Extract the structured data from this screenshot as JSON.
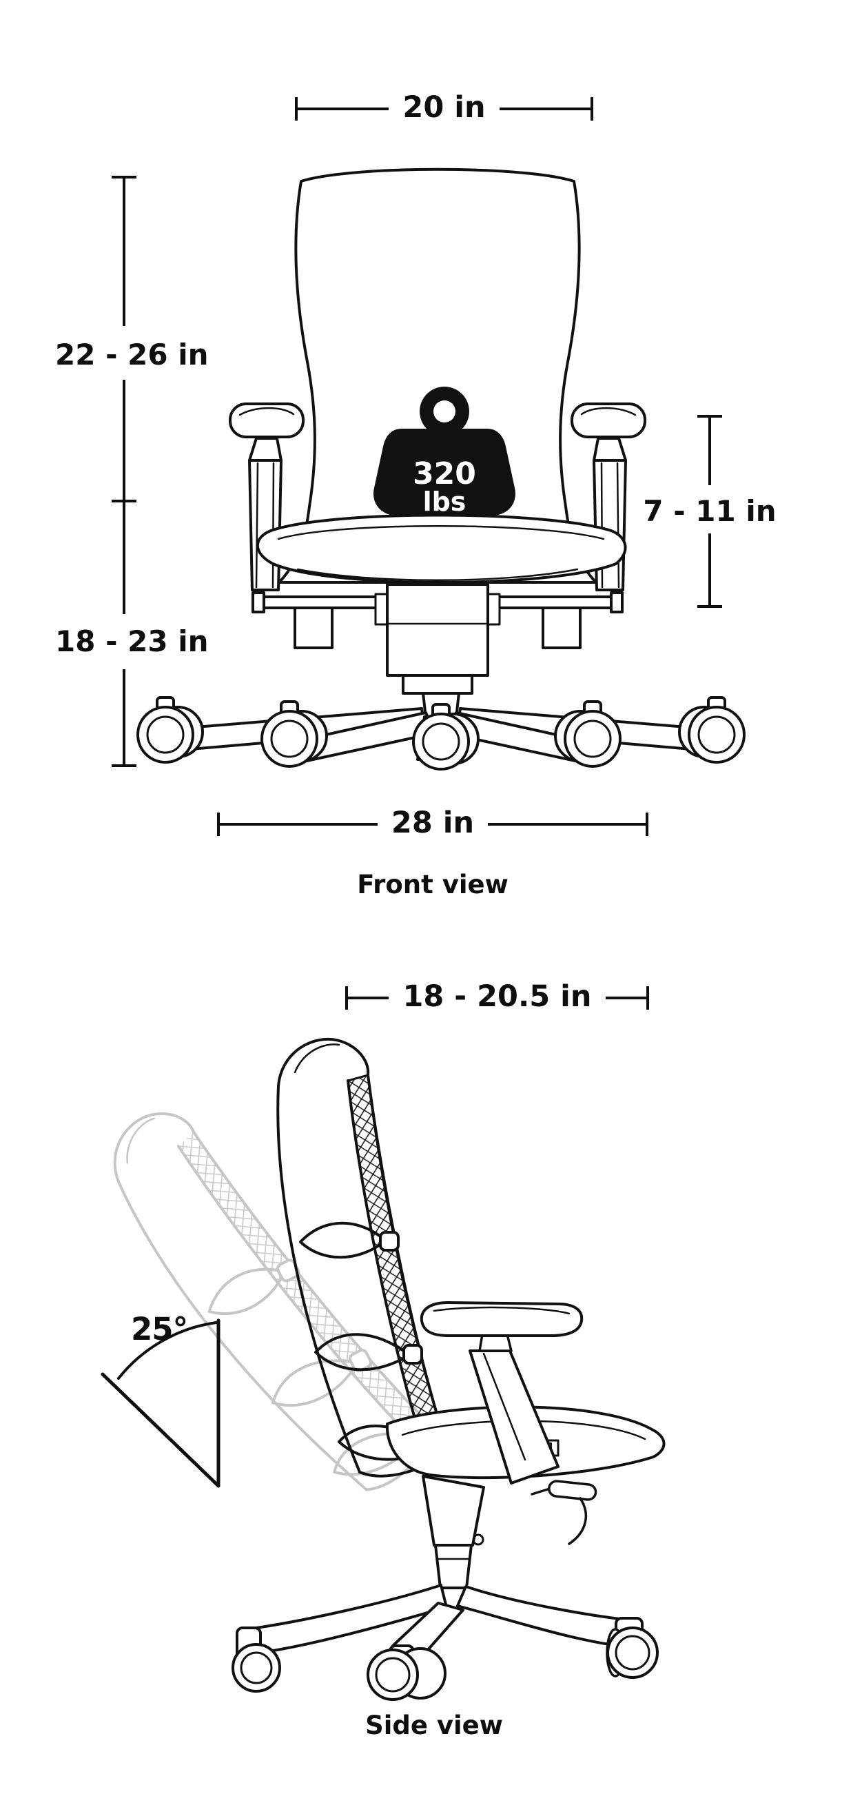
{
  "colors": {
    "ink": "#0e0e0e",
    "ghost": "#c6c6c6",
    "background": "#ffffff"
  },
  "front_view": {
    "label": "Front view",
    "dimensions": {
      "backrest_width": "20 in",
      "backrest_height": "22 - 26 in",
      "seat_height": "18 - 23 in",
      "armrest_height": "7 - 11 in",
      "base_width": "28 in"
    },
    "weight_capacity": {
      "value": "320",
      "unit": "lbs"
    }
  },
  "side_view": {
    "label": "Side view",
    "dimensions": {
      "seat_depth": "18 - 20.5 in",
      "recline_angle": "25°"
    }
  }
}
